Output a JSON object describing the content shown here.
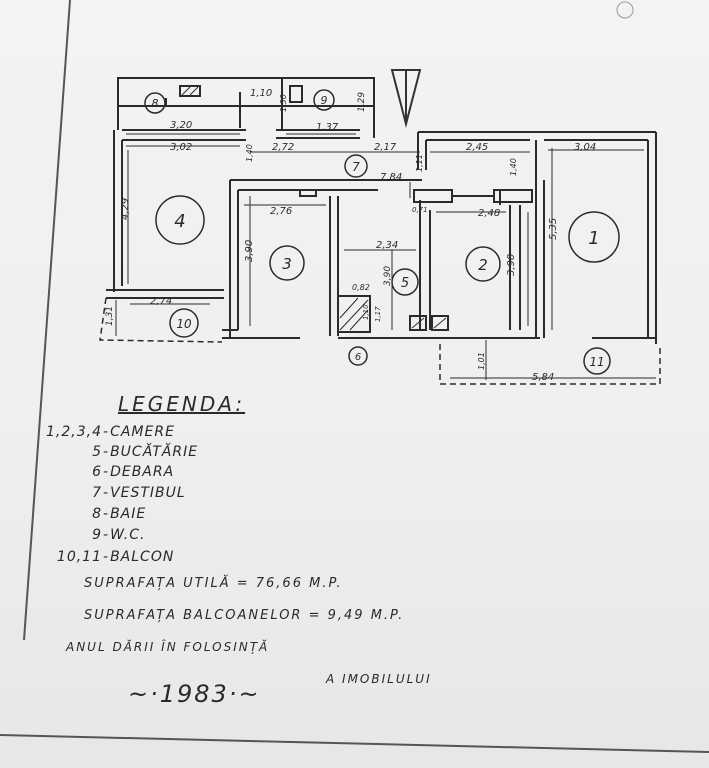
{
  "plan": {
    "rooms": [
      {
        "id": "1",
        "label": "1"
      },
      {
        "id": "2",
        "label": "2"
      },
      {
        "id": "3",
        "label": "3"
      },
      {
        "id": "4",
        "label": "4"
      },
      {
        "id": "5",
        "label": "5"
      },
      {
        "id": "6",
        "label": "6"
      },
      {
        "id": "7",
        "label": "7"
      },
      {
        "id": "8",
        "label": "8"
      },
      {
        "id": "9",
        "label": "9"
      },
      {
        "id": "10",
        "label": "10"
      },
      {
        "id": "11",
        "label": "11"
      }
    ],
    "dimensions": {
      "d_3_20": "3,20",
      "d_3_02": "3,02",
      "d_1_10a": "1,10",
      "d_1_30": "1,30",
      "d_1_37": "1,37",
      "d_1_29": "1,29",
      "d_1_40a": "1,40",
      "d_2_72": "2,72",
      "d_2_17": "2,17",
      "d_1_11": "1,11",
      "d_2_45": "2,45",
      "d_1_40b": "1,40",
      "d_3_04": "3,04",
      "d_7_84": "7,84",
      "d_4_29": "4,29",
      "d_2_76": "2,76",
      "d_3_90a": "3,90",
      "d_2_34": "2,34",
      "d_3_90b": "3,90",
      "d_0_71": "0,71",
      "d_2_48": "2,48",
      "d_3_90c": "3,90",
      "d_5_35": "5,35",
      "d_0_82": "0,82",
      "d_1_10b": "1,10",
      "d_1_17": "1,17",
      "d_2_74": "2,74",
      "d_1_31": "1,31",
      "d_1_01": "1,01",
      "d_5_84": "5,84"
    }
  },
  "legend": {
    "title": "LEGENDA:",
    "rows": [
      {
        "num": "1,2,3,4",
        "text": "CAMERE"
      },
      {
        "num": "5",
        "text": "BUCĂTĂRIE"
      },
      {
        "num": "6",
        "text": "DEBARA"
      },
      {
        "num": "7",
        "text": "VESTIBUL"
      },
      {
        "num": "8",
        "text": "BAIE"
      },
      {
        "num": "9",
        "text": "W.C."
      },
      {
        "num": "10,11",
        "text": "BALCON"
      }
    ],
    "area_useful": "SUPRAFAȚA UTILĂ = 76,66 M.P.",
    "area_balconies": "SUPRAFAȚA BALCOANELOR = 9,49 M.P.",
    "year_line1": "ANUL DĂRII ÎN FOLOSINȚĂ",
    "year_line2": "A IMOBILULUI",
    "year": "~·1983·~"
  },
  "colors": {
    "ink": "#2b2b2b",
    "paper": "#f1f2f0"
  }
}
